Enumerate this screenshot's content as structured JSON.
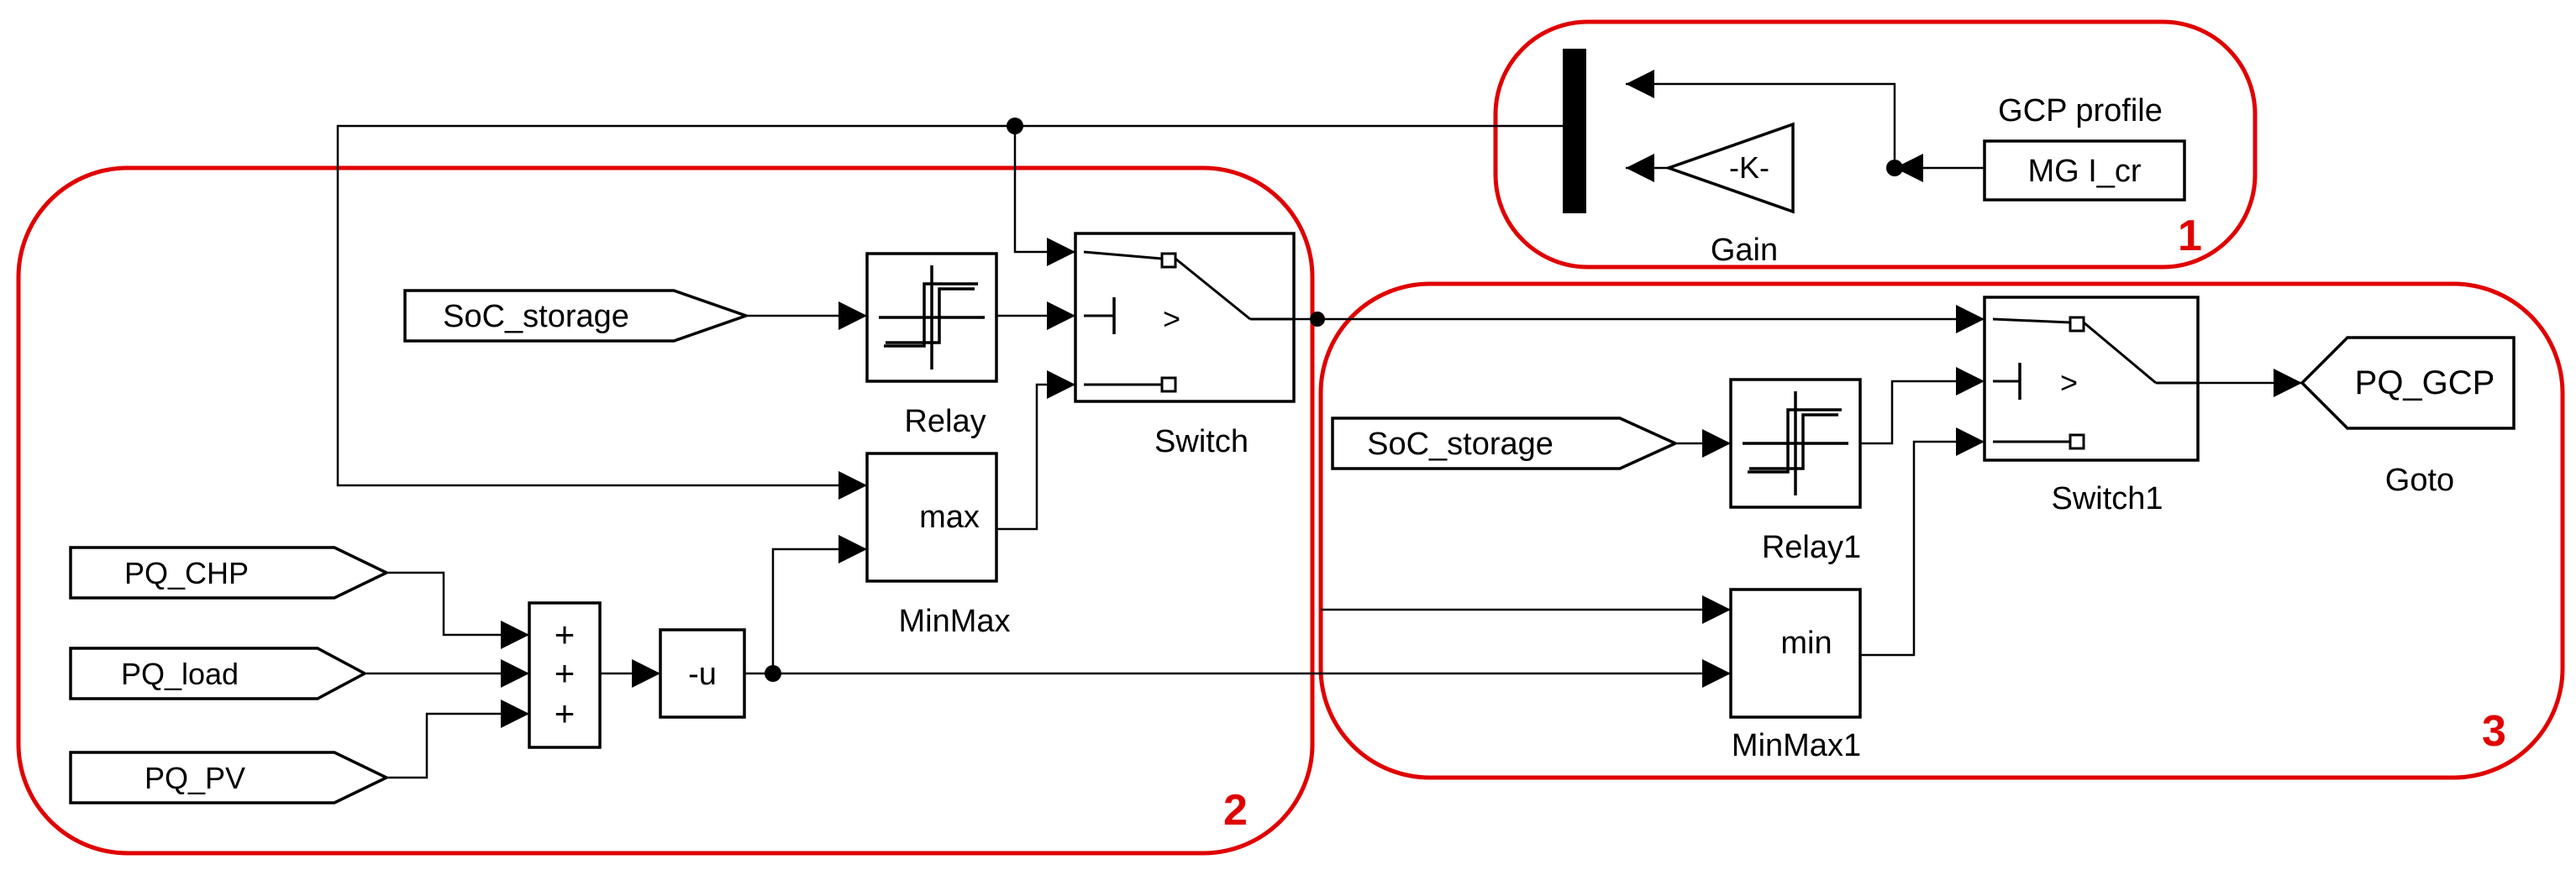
{
  "regions": [
    {
      "id": "1",
      "label": "1"
    },
    {
      "id": "2",
      "label": "2"
    },
    {
      "id": "3",
      "label": "3"
    }
  ],
  "blocks": {
    "gcp_profile": {
      "name": "GCP profile",
      "text": "MG I_cr"
    },
    "gain": {
      "name": "Gain",
      "text": "-K-"
    },
    "soc_storage_1": {
      "text": "SoC_storage"
    },
    "soc_storage_2": {
      "text": "SoC_storage"
    },
    "relay": {
      "name": "Relay"
    },
    "relay1": {
      "name": "Relay1"
    },
    "switch": {
      "name": "Switch",
      "text": ">"
    },
    "switch1": {
      "name": "Switch1",
      "text": ">"
    },
    "minmax": {
      "name": "MinMax",
      "text": "max"
    },
    "minmax1": {
      "name": "MinMax1",
      "text": "min"
    },
    "pq_chp": {
      "text": "PQ_CHP"
    },
    "pq_load": {
      "text": "PQ_load"
    },
    "pq_pv": {
      "text": "PQ_PV"
    },
    "sum": {
      "signs": [
        "+",
        "+",
        "+"
      ]
    },
    "unary_minus": {
      "text": "-u"
    },
    "goto": {
      "name": "Goto",
      "text": "PQ_GCP"
    }
  },
  "colors": {
    "region_outline": "#e00000",
    "region_label": "#e00000",
    "lines": "#000000"
  }
}
